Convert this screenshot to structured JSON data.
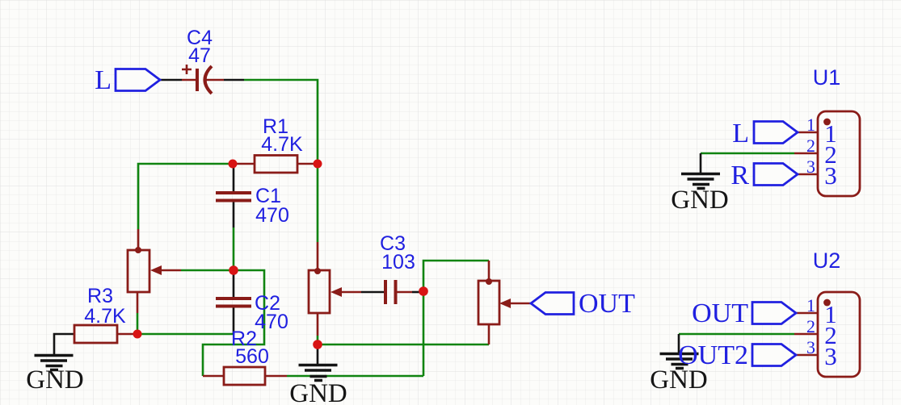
{
  "colors": {
    "wire": "#108410",
    "blackwire": "#141414",
    "component": "#8a1c18",
    "junction": "#d81414",
    "label": "#2020e0",
    "port": "#2020e0"
  },
  "components": {
    "C4": {
      "ref": "C4",
      "value": "47"
    },
    "R1": {
      "ref": "R1",
      "value": "4.7K"
    },
    "C1": {
      "ref": "C1",
      "value": "470"
    },
    "C2": {
      "ref": "C2",
      "value": "470"
    },
    "R2": {
      "ref": "R2",
      "value": "560"
    },
    "R3": {
      "ref": "R3",
      "value": "4.7K"
    },
    "C3": {
      "ref": "C3",
      "value": "103"
    },
    "U1": {
      "ref": "U1",
      "pins": [
        "1",
        "2",
        "3"
      ]
    },
    "U2": {
      "ref": "U2",
      "pins": [
        "1",
        "2",
        "3"
      ]
    }
  },
  "ports": {
    "l_in": {
      "label": "L"
    },
    "u1_l": {
      "label": "L"
    },
    "u1_r": {
      "label": "R"
    },
    "u2_out": {
      "label": "OUT"
    },
    "u2_out2": {
      "label": "OUT2"
    },
    "out": {
      "label": "OUT"
    }
  },
  "net_labels": {
    "gnd": "GND"
  }
}
